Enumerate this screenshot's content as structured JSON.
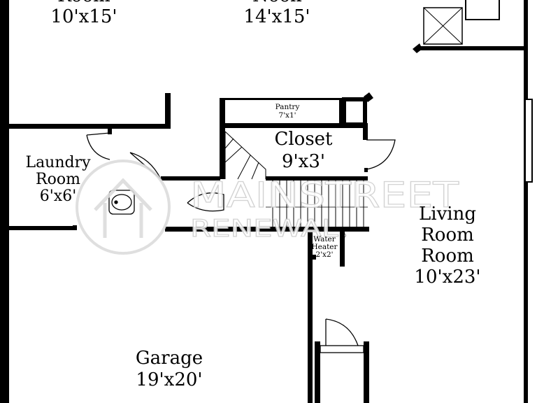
{
  "plan": {
    "rooms": [
      {
        "id": "room-top-left",
        "lines": [
          "Room",
          "10'x15'"
        ]
      },
      {
        "id": "nook",
        "lines": [
          "Nook",
          "14'x15'"
        ]
      },
      {
        "id": "pantry",
        "lines": [
          "Pantry",
          "7'x1'"
        ]
      },
      {
        "id": "closet",
        "lines": [
          "Closet",
          "9'x3'"
        ]
      },
      {
        "id": "laundry-room",
        "lines": [
          "Laundry",
          "Room",
          "6'x6'"
        ]
      },
      {
        "id": "living-room",
        "lines": [
          "Living",
          "Room",
          "Room",
          "10'x23'"
        ]
      },
      {
        "id": "water-heater",
        "lines": [
          "Water",
          "Heater",
          "2'x2'"
        ]
      },
      {
        "id": "garage",
        "lines": [
          "Garage",
          "19'x20'"
        ]
      }
    ]
  },
  "watermark": {
    "brand": "MAINSTREET",
    "sub": "RENEWAL",
    "mark": "®"
  },
  "colors": {
    "wall": "#000000",
    "background": "#ffffff",
    "watermark": "#cfcfcf"
  }
}
